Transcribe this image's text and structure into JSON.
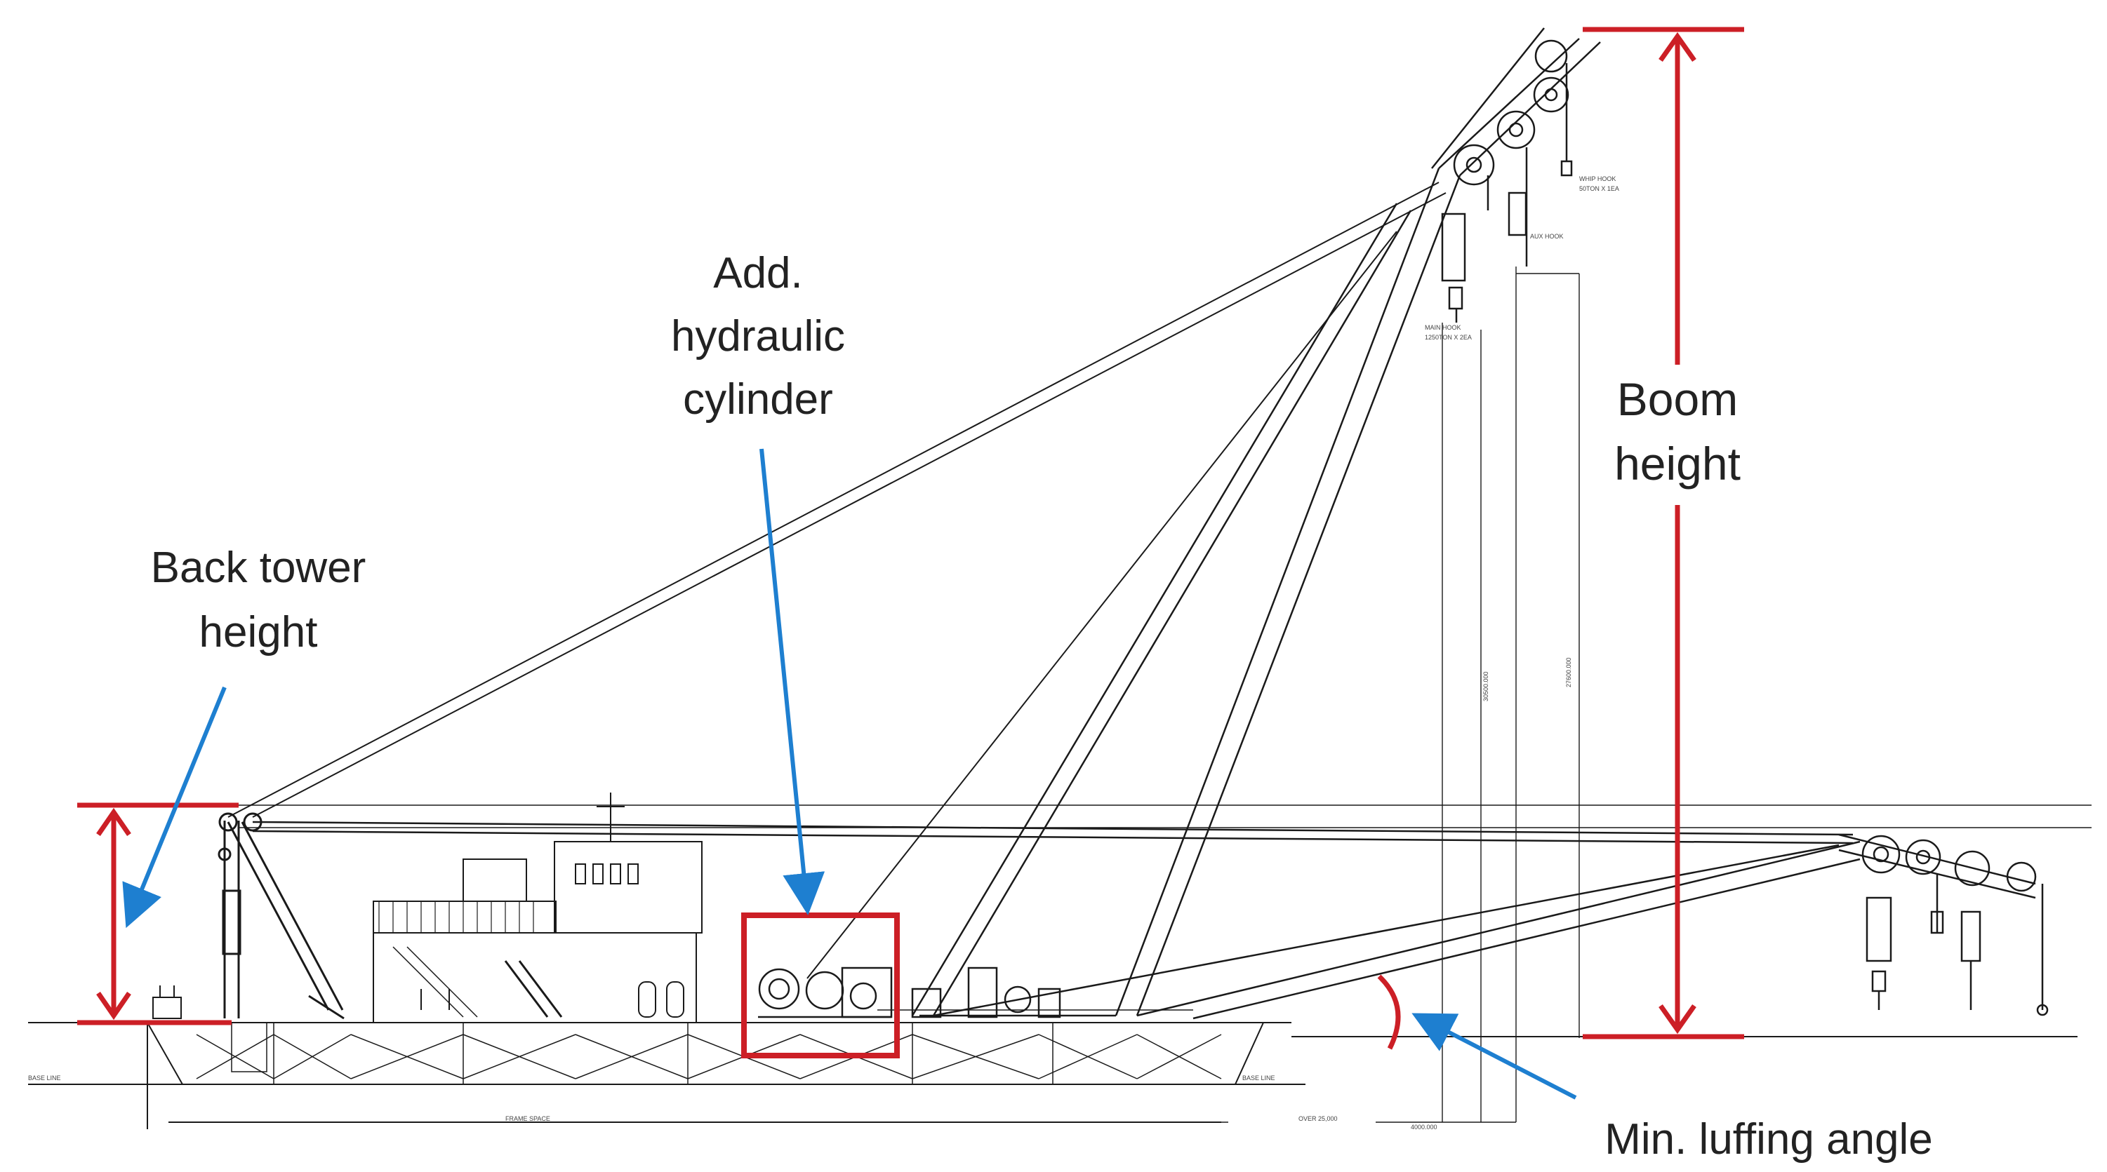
{
  "labels": {
    "add_cylinder_line1": "Add.",
    "add_cylinder_line2": "hydraulic",
    "add_cylinder_line3": "cylinder",
    "back_tower_line1": "Back tower",
    "back_tower_line2": "height",
    "boom_height_line1": "Boom",
    "boom_height_line2": "height",
    "min_luffing": "Min. luffing angle"
  },
  "drawing_text": {
    "whip_hook": "WHIP HOOK",
    "whip_hook_cap": "50TON X 1EA",
    "aux_hook": "AUX HOOK",
    "main_hook": "MAIN HOOK",
    "main_hook_cap": "1250TON X 2EA",
    "dim_left": "30500.000",
    "dim_right": "27600.000",
    "frame_space": "FRAME SPACE",
    "base_line": "BASE LINE",
    "over": "OVER 25,000",
    "dim_bottom": "4000.000"
  },
  "colors": {
    "annotation_red": "#cc1f26",
    "arrow_blue": "#1e7fd0",
    "drawing_line": "#1a1a1a"
  }
}
